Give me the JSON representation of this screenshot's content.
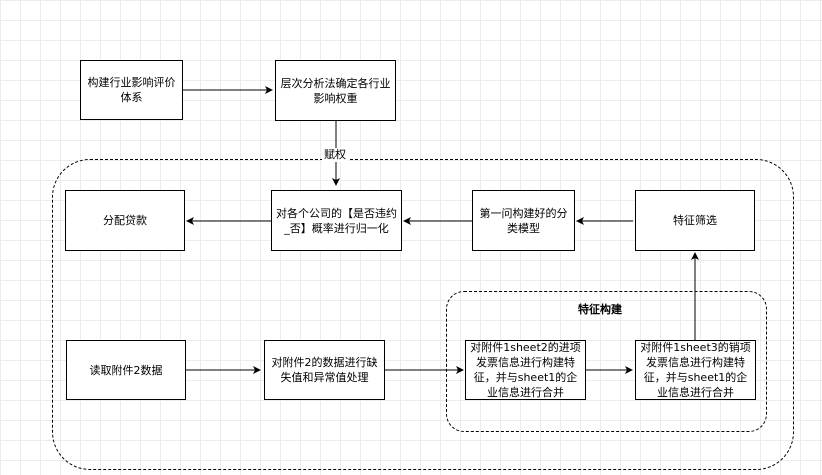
{
  "nodes": {
    "build_index": "构建行业影响评价体系",
    "ahp_weight": "层次分析法确定各行业影响权重",
    "normalize": "对各个公司的【是否违约_否】概率进行归一化",
    "classifier": "第一问构建好的分类模型",
    "feature_select": "特征筛选",
    "allocate": "分配贷款",
    "read_data": "读取附件2数据",
    "clean_data": "对附件2的数据进行缺失值和异常值处理",
    "sheet2_feature": "对附件1sheet2的进项发票信息进行构建特征，并与sheet1的企业信息进行合并",
    "sheet3_feature": "对附件1sheet3的销项发票信息进行构建特征，并与sheet1的企业信息进行合并"
  },
  "labels": {
    "weighting": "赋权",
    "feature_group": "特征构建"
  },
  "colors": {
    "stroke": "#000000",
    "grid": "#ececec"
  }
}
